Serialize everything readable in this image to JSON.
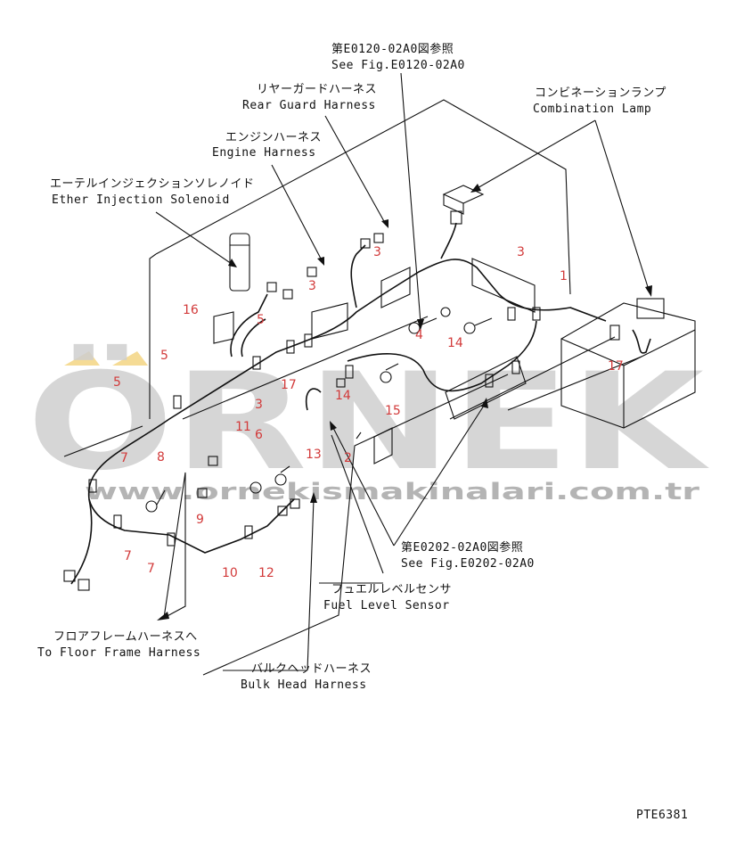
{
  "callouts": {
    "see_fig_top_jp": "第E0120-02A0図参照",
    "see_fig_top_en": "See Fig.E0120-02A0",
    "rear_guard_jp": "リヤーガードハーネス",
    "rear_guard_en": "Rear Guard Harness",
    "engine_harness_jp": "エンジンハーネス",
    "engine_harness_en": "Engine Harness",
    "ether_jp": "エーテルインジェクションソレノイド",
    "ether_en": "Ether Injection Solenoid",
    "combination_lamp_jp": "コンビネーションランプ",
    "combination_lamp_en": "Combination Lamp",
    "see_fig_bottom_jp": "第E0202-02A0図参照",
    "see_fig_bottom_en": "See Fig.E0202-02A0",
    "fuel_level_jp": "フュエルレベルセンサ",
    "fuel_level_en": "Fuel Level Sensor",
    "floor_frame_jp": "フロアフレームハーネスへ",
    "floor_frame_en": "To Floor Frame Harness",
    "bulk_head_jp": "バルクヘッドハーネス",
    "bulk_head_en": "Bulk Head Harness"
  },
  "part_numbers": {
    "p1": "1",
    "p2": "2",
    "p3a": "3",
    "p3b": "3",
    "p3c": "3",
    "p3d": "3",
    "p4": "4",
    "p5a": "5",
    "p5b": "5",
    "p5c": "5",
    "p6": "6",
    "p7a": "7",
    "p7b": "7",
    "p7c": "7",
    "p8": "8",
    "p9": "9",
    "p10": "10",
    "p11": "11",
    "p12": "12",
    "p13": "13",
    "p14a": "14",
    "p14b": "14",
    "p15": "15",
    "p16": "16",
    "p17a": "17",
    "p17b": "17"
  },
  "drawing_code": "PTE6381",
  "watermark": {
    "brand": "ÖRNEK",
    "url": "www.ornekismakinalari.com.tr"
  },
  "colors": {
    "line": "#111111",
    "part_number": "#d23a3a",
    "watermark": "#cfcfcf",
    "watermark_accent": "#f3d27a"
  }
}
